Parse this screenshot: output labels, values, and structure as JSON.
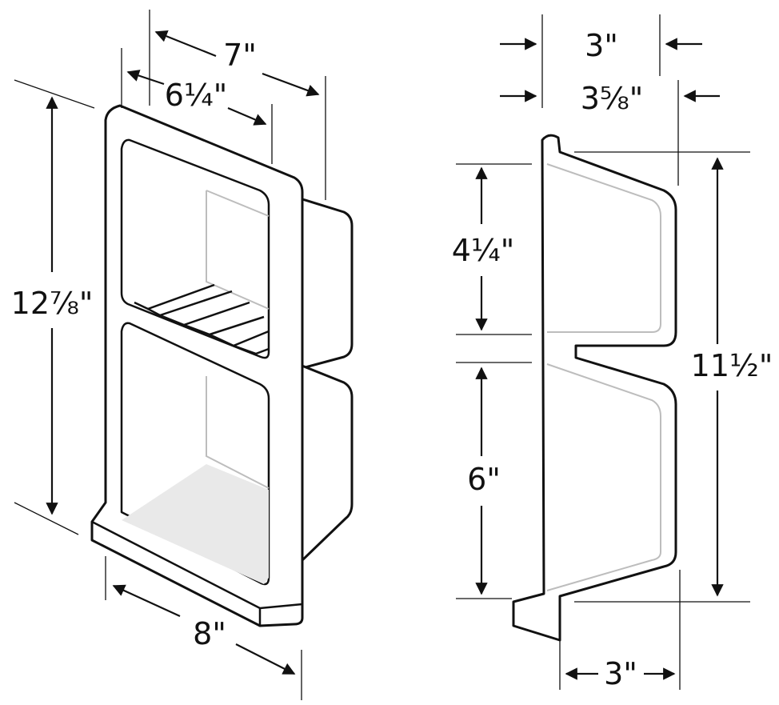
{
  "figure": {
    "front_view": {
      "width_outer": "7\"",
      "width_inner": "6¼\"",
      "height": "12⅞\"",
      "base_width": "8\""
    },
    "side_view": {
      "depth_inner": "3\"",
      "depth_outer": "3⅝\"",
      "upper_opening": "4¼\"",
      "lower_opening": "6\"",
      "overall_height": "11½\"",
      "base_depth": "3\""
    }
  }
}
